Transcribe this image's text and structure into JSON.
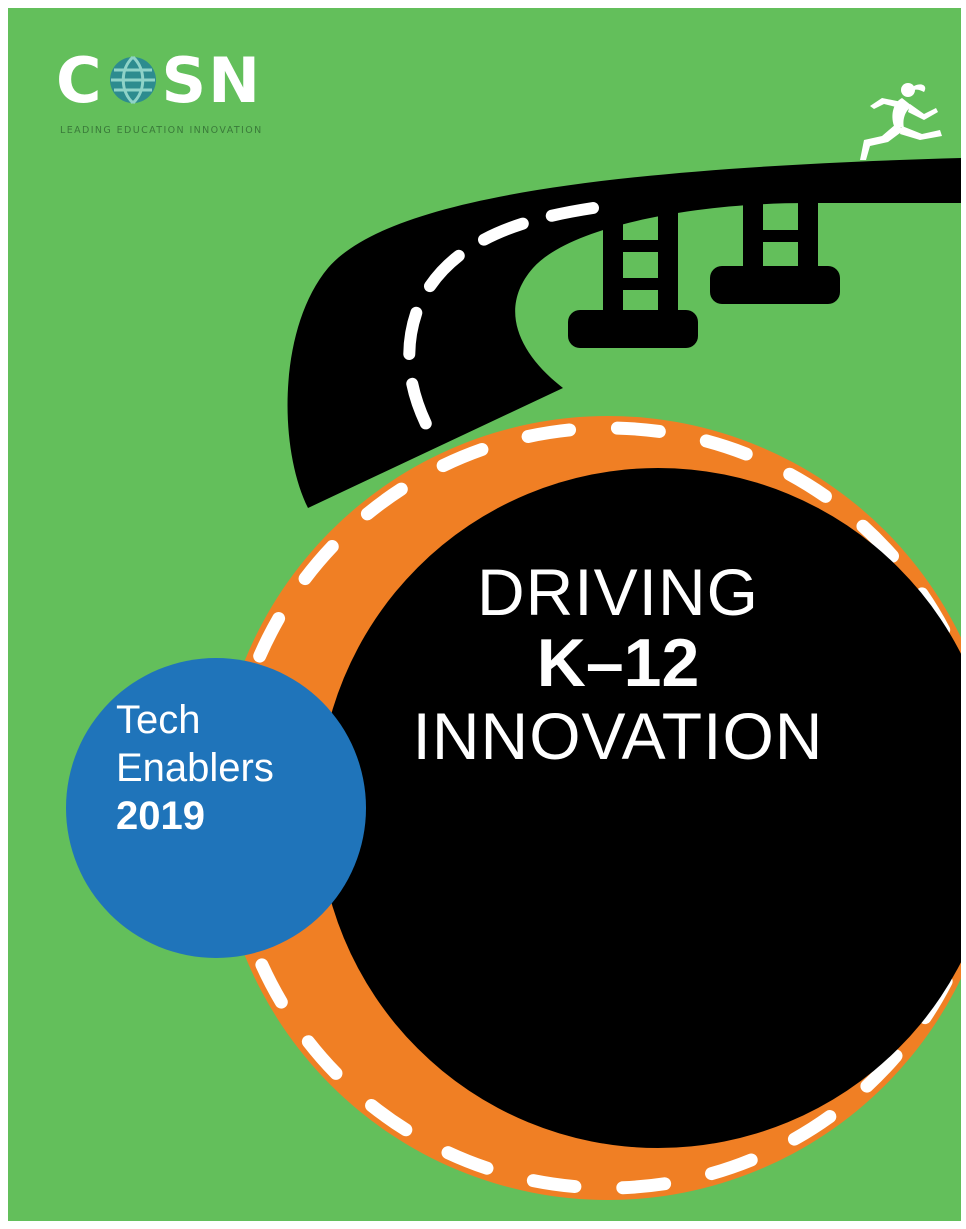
{
  "logo": {
    "letter_c": "C",
    "letters_sn": "SN",
    "tagline": "LEADING EDUCATION INNOVATION",
    "globe_icon": "globe-icon"
  },
  "title": {
    "line1": "DRIVING",
    "line2": "K–12",
    "line3": "INNOVATION"
  },
  "badge": {
    "line1": "Tech",
    "line2": "Enablers",
    "line3": "2019"
  },
  "icons": {
    "runner": "runner-icon"
  },
  "colors": {
    "background": "#63bf5b",
    "road": "#000000",
    "ring": "#f07f24",
    "badge": "#1f74ba",
    "text": "#ffffff"
  }
}
